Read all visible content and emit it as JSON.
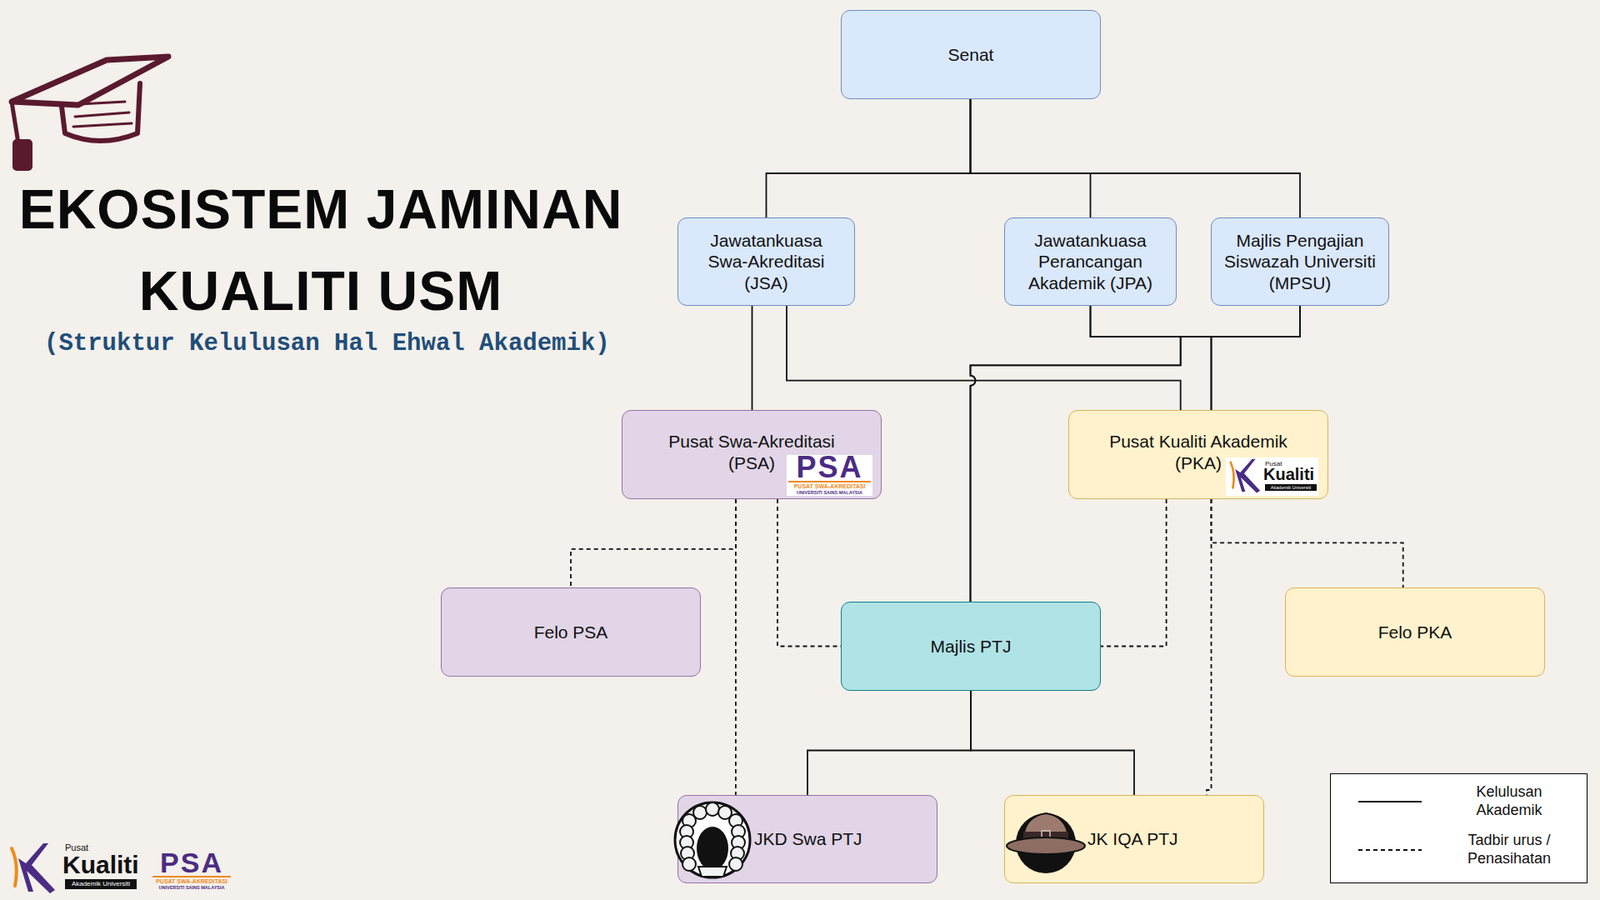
{
  "diagram": {
    "title": "EKOSISTEM JAMINAN KUALITI USM",
    "nodes": [
      {
        "text": [
          "Senat"
        ]
      },
      {
        "text": [
          "Jawatankuasa Swa-Akreditasi (JSA)"
        ]
      },
      {
        "text": [
          "Jawatankuasa Perancangan Akademik (JPA)"
        ]
      },
      {
        "text": [
          "Majlis Pengajian Siswazah Universiti (MPSU)"
        ]
      },
      {
        "text": [
          "Pusat Swa-Akreditasi (PSA)"
        ]
      },
      {
        "text": [
          "Pusat Kualiti Akademik (PKA)"
        ]
      },
      {
        "text": [
          "Felo PSA"
        ]
      },
      {
        "text": [
          "Majlis PTJ"
        ]
      },
      {
        "text": [
          "Felo PKA"
        ]
      },
      {
        "text": [
          "JKD Swa PTJ"
        ]
      },
      {
        "text": [
          "JK IQA PTJ"
        ]
      }
    ],
    "edges": [
      {
        "from": 0,
        "to": 1,
        "arrow": "none"
      },
      {
        "from": 0,
        "to": 2,
        "arrow": "none"
      },
      {
        "from": 0,
        "to": 3,
        "arrow": "none"
      },
      {
        "from": 1,
        "to": 4,
        "arrow": "none"
      },
      {
        "from": 1,
        "to": 5,
        "arrow": "none"
      },
      {
        "from": 2,
        "to": 7,
        "arrow": "none"
      },
      {
        "from": 3,
        "to": 7,
        "arrow": "none"
      },
      {
        "from": 2,
        "to": 5,
        "arrow": "none"
      },
      {
        "from": 3,
        "to": 5,
        "arrow": "none"
      },
      {
        "from": 7,
        "to": 9,
        "arrow": "none"
      },
      {
        "from": 7,
        "to": 10,
        "arrow": "none"
      },
      {
        "from": 4,
        "to": 6,
        "arrow": "none"
      },
      {
        "from": 4,
        "to": 9,
        "arrow": "none"
      },
      {
        "from": 4,
        "to": 7,
        "arrow": "none"
      },
      {
        "from": 5,
        "to": 7,
        "arrow": "none"
      },
      {
        "from": 5,
        "to": 8,
        "arrow": "none"
      },
      {
        "from": 5,
        "to": 10,
        "arrow": "none"
      }
    ],
    "labels": [
      "(Struktur Kelulusan Hal Ehwal Akademik)",
      "PSA",
      "PUSAT SWA-AKREDITASI",
      "UNIVERSITI SAINS MALAYSIA",
      "Pusat",
      "Kualiti",
      "Akademik Universiti",
      "Pusat",
      "Kualiti",
      "Akademik Universiti",
      "PSA",
      "PUSAT SWA-AKREDITASI",
      "UNIVERSITI SAINS MALAYSIA"
    ],
    "legend": [
      {
        "text": "Kelulusan Akademik"
      },
      {
        "text": "Tadbir urus / Penasihatan"
      }
    ]
  }
}
